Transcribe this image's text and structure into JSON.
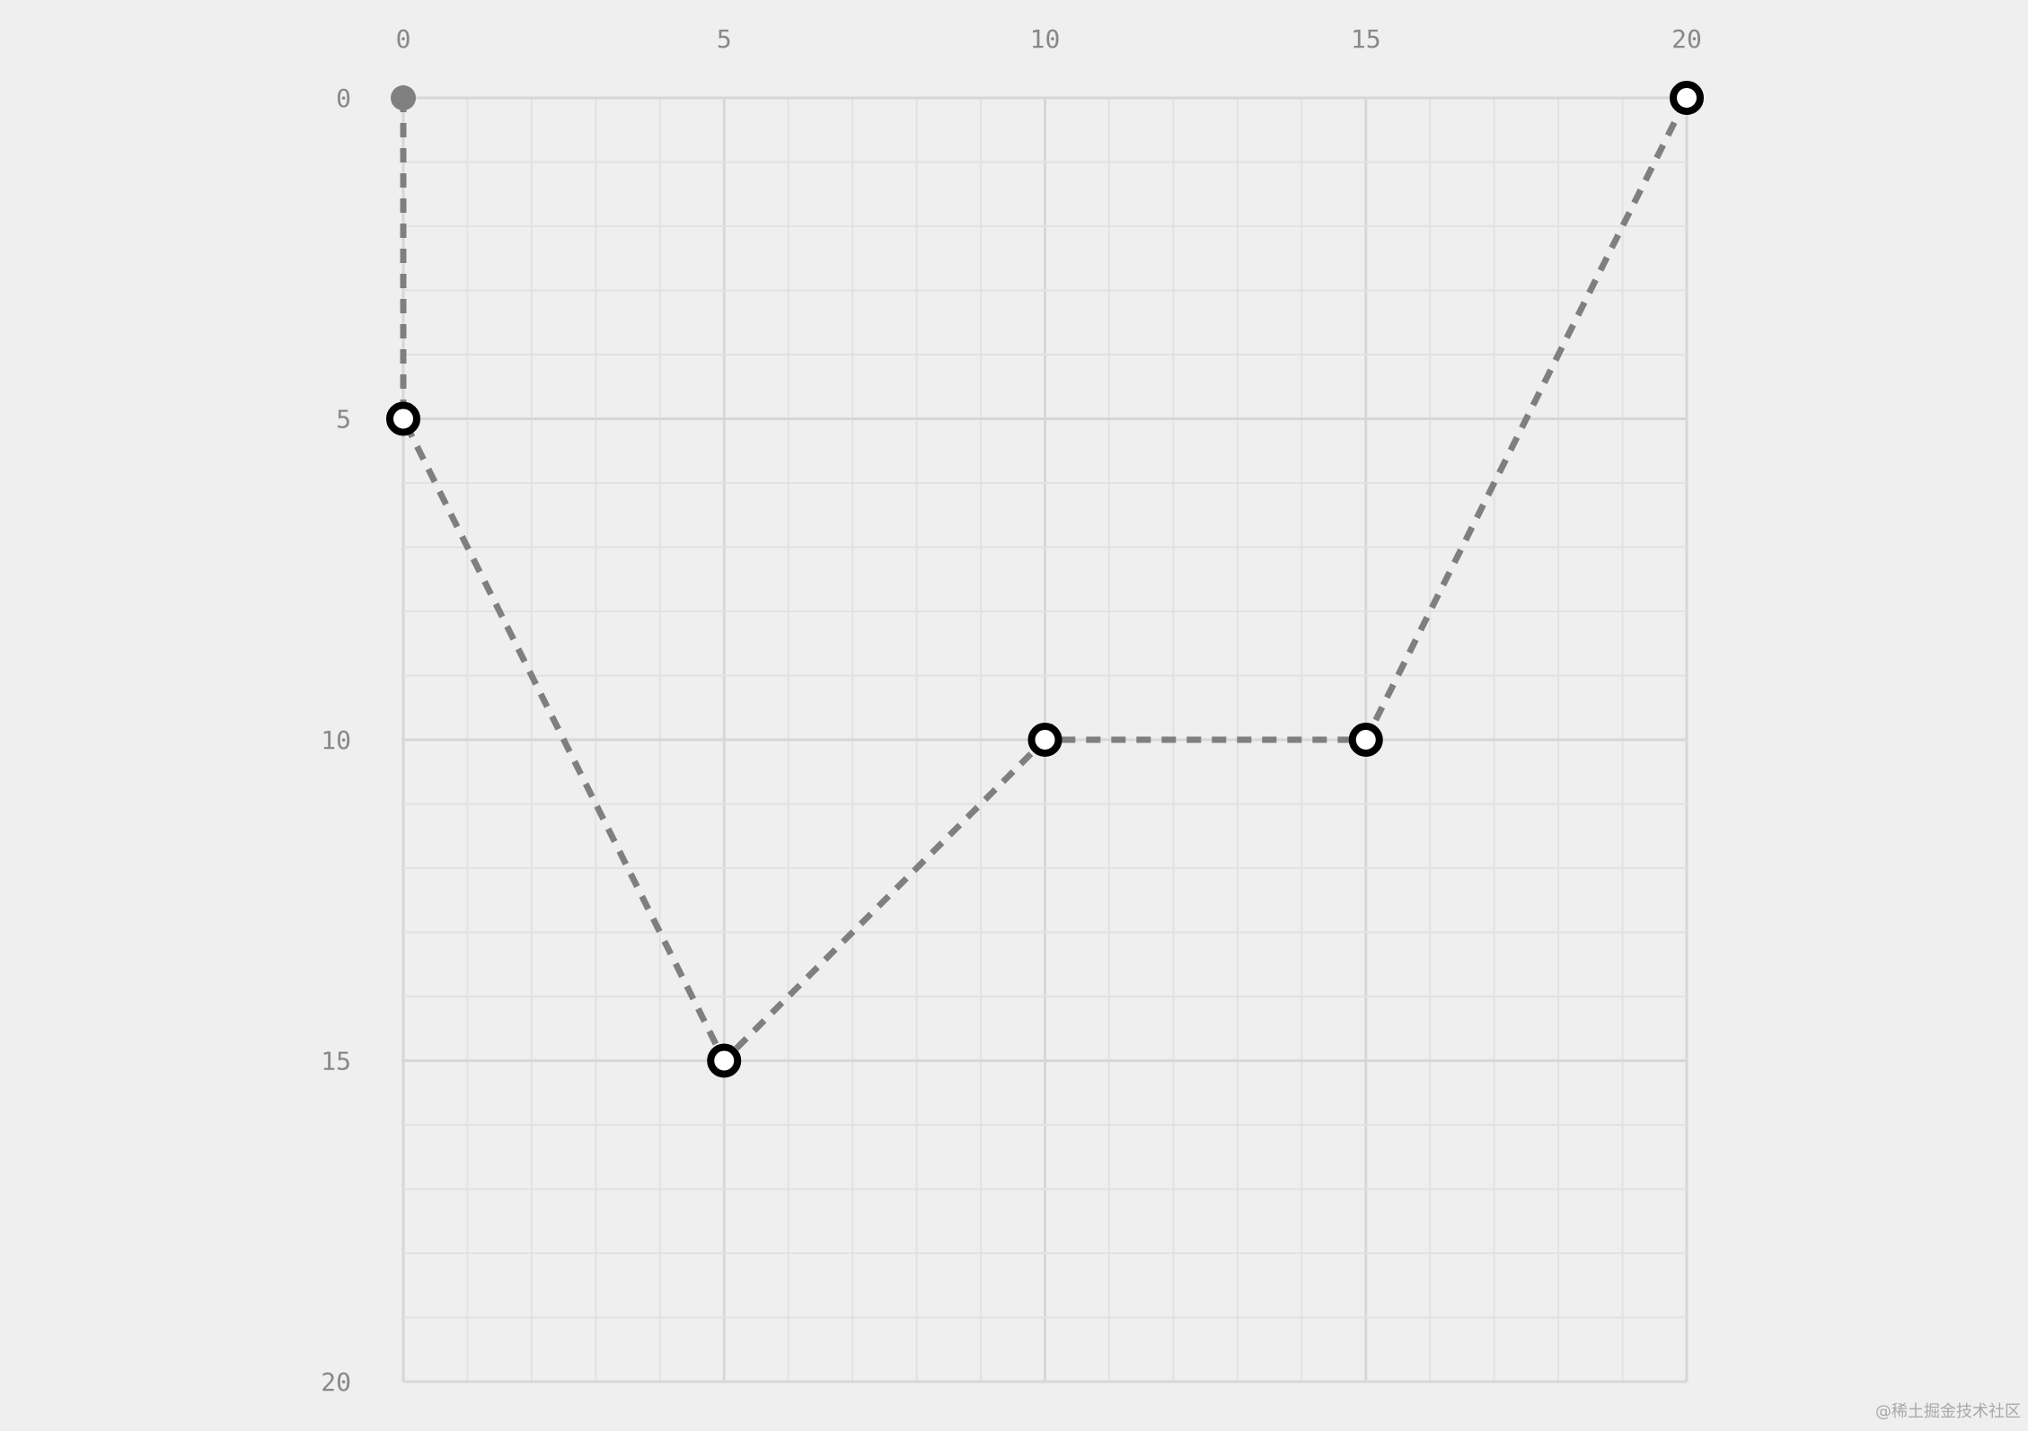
{
  "chart_data": {
    "type": "line",
    "title": "",
    "xlabel": "",
    "ylabel": "",
    "xlim": [
      0,
      20
    ],
    "ylim": [
      0,
      20
    ],
    "y_inverted": true,
    "x_axis_position": "top",
    "x_ticks": [
      0,
      5,
      10,
      15,
      20
    ],
    "y_ticks": [
      0,
      5,
      10,
      15,
      20
    ],
    "x_tick_labels": [
      "0",
      "5",
      "10",
      "15",
      "20"
    ],
    "y_tick_labels": [
      "0",
      "5",
      "10",
      "15",
      "20"
    ],
    "minor_grid_step": 1,
    "grid": true,
    "line_style": "dashed",
    "series": [
      {
        "points": [
          {
            "x": 0,
            "y": 0,
            "marker": "filled"
          },
          {
            "x": 0,
            "y": 5,
            "marker": "hollow"
          },
          {
            "x": 5,
            "y": 15,
            "marker": "hollow"
          },
          {
            "x": 10,
            "y": 10,
            "marker": "hollow"
          },
          {
            "x": 15,
            "y": 10,
            "marker": "hollow"
          },
          {
            "x": 20,
            "y": 0,
            "marker": "hollow"
          }
        ]
      }
    ],
    "colors": {
      "background": "#efefef",
      "grid_minor": "#e2e2e2",
      "grid_major": "#d7d7d7",
      "line": "#7f7f7f",
      "marker_stroke": "#000000",
      "marker_fill": "#ffffff",
      "start_marker": "#808080",
      "tick_label": "#888888"
    }
  },
  "watermark": "@稀土掘金技术社区"
}
